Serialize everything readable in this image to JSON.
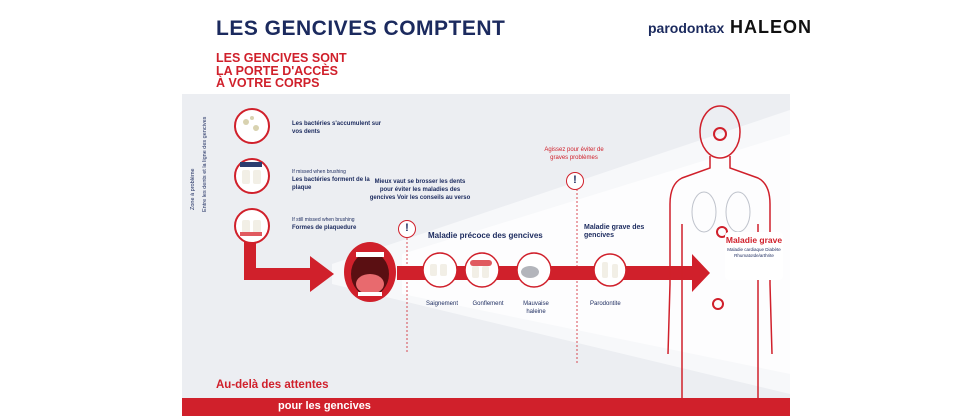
{
  "header": {
    "title": "LES GENCIVES COMPTENT",
    "subtitle_lines": [
      "LES GENCIVES SONT",
      "LA PORTE D'ACCÈS",
      "À VOTRE CORPS"
    ],
    "brand_parodontax": "parodontax",
    "brand_haleon": "HALEON"
  },
  "sidebar": {
    "vertical_label_1": "Zone à problème",
    "vertical_label_2": "Entre les dents et la ligne des gencives"
  },
  "steps": [
    {
      "pre": "",
      "label": "Les bactéries s'accumulent sur vos dents"
    },
    {
      "pre": "If missed when brushing",
      "label": "Les bactéries forment de la plaque"
    },
    {
      "pre": "If still missed when brushing",
      "label": "Formes de plaquedure"
    }
  ],
  "advice": {
    "brush_text": "Mieux vaut se brosser les dents pour éviter les maladies des gencives Voir les conseils au verso",
    "act_text": "Agissez pour éviter de graves problèmes",
    "exclamation": "!"
  },
  "early": {
    "title": "Maladie précoce des gencives",
    "symptoms": [
      "Saignement",
      "Gonflement",
      "Mauvaise haleine"
    ]
  },
  "severe": {
    "title": "Maladie grave des gencives",
    "label": "Parodontite"
  },
  "body_box": {
    "title": "Maladie grave",
    "items": "Maladie cardiaque Diabète Rhumatoïde/arthrite"
  },
  "footer": {
    "line1": "Au-delà des attentes",
    "line2": "pour les gencives"
  },
  "colors": {
    "accent": "#d0202b",
    "navy": "#1b2a5e",
    "panel": "#eceef2"
  }
}
